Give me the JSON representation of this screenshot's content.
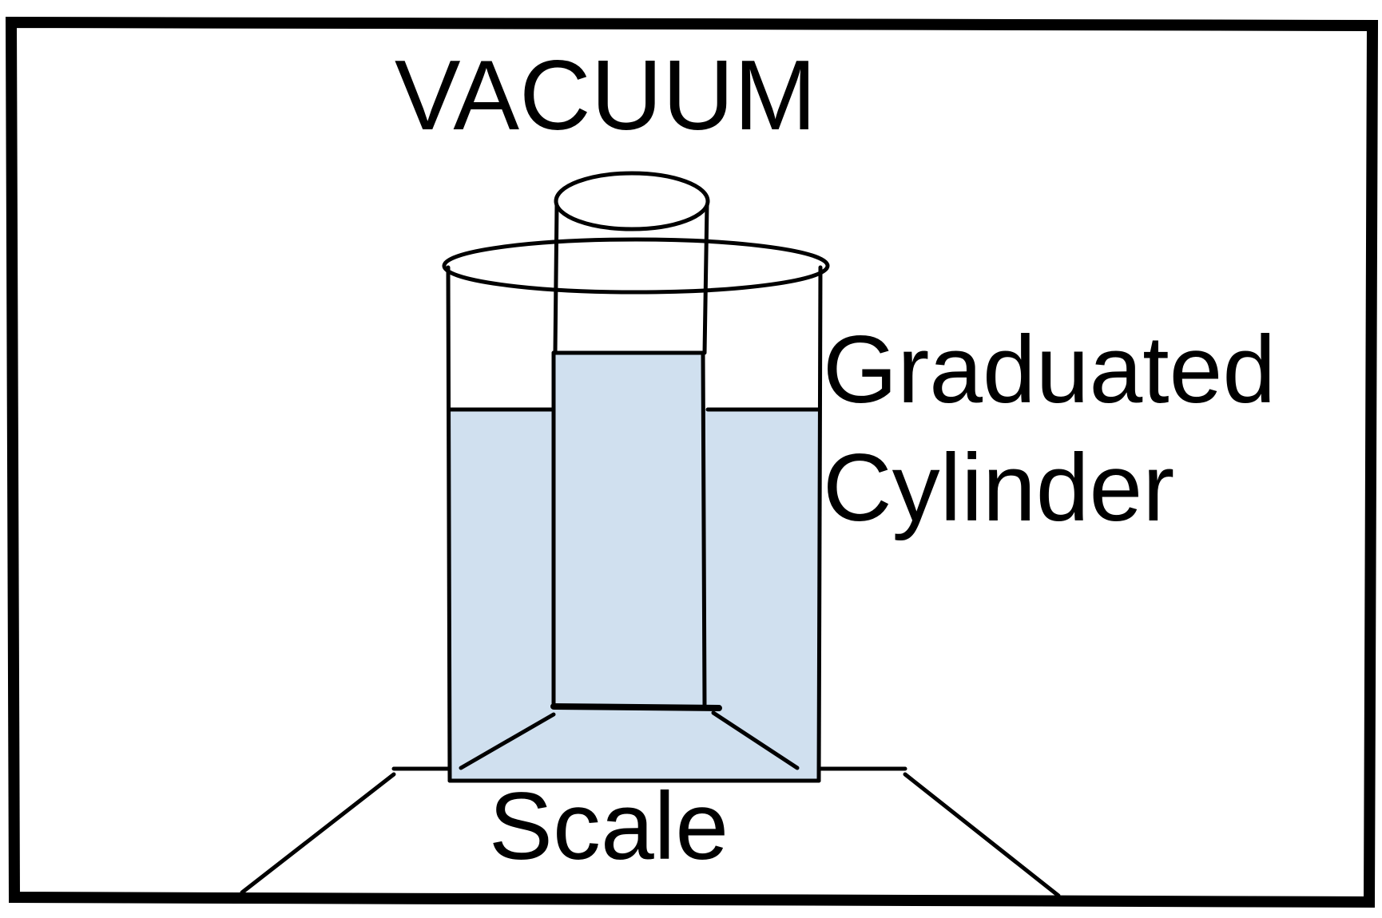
{
  "labels": {
    "vacuum": "VACUUM",
    "graduated_line1": "Graduated",
    "graduated_line2": "Cylinder",
    "scale": "Scale"
  },
  "colors": {
    "stroke": "#000000",
    "water": "#d0e0ef",
    "background": "#ffffff"
  }
}
